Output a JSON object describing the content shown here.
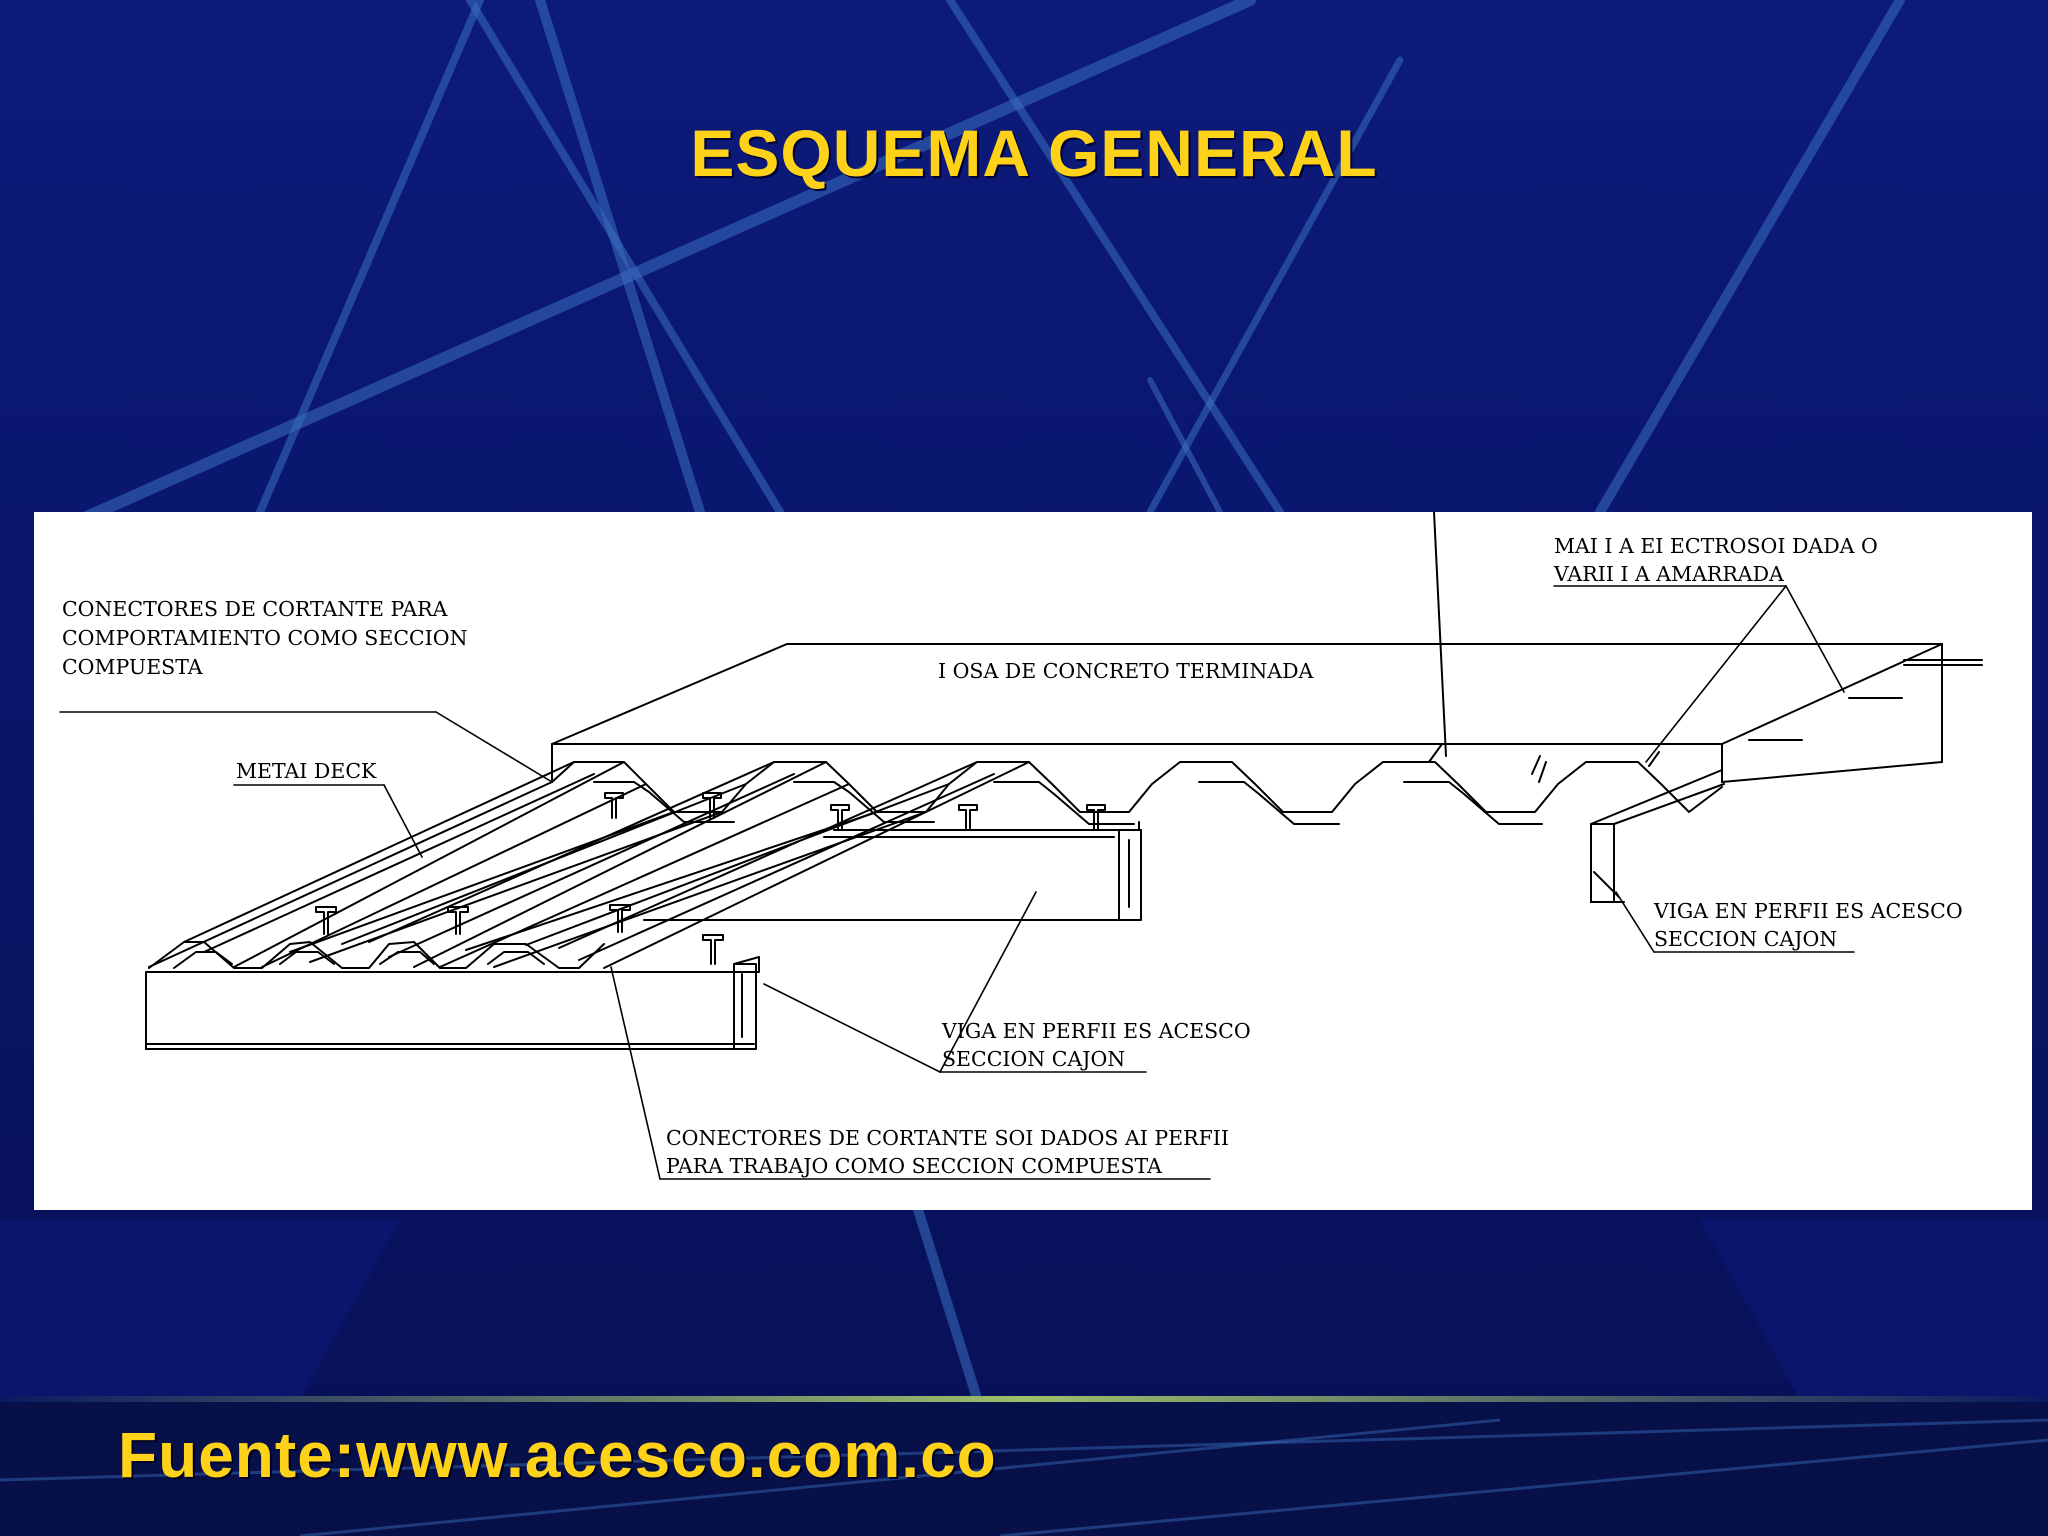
{
  "slide": {
    "title": "ESQUEMA GENERAL",
    "source": "Fuente:www.acesco.com.co"
  },
  "diagram": {
    "labels": {
      "connectors_composite_1": "CONECTORES DE CORTANTE PARA",
      "connectors_composite_2": "COMPORTAMIENTO COMO SECCION",
      "connectors_composite_3": "COMPUESTA",
      "metal_deck": "METAI DECK",
      "slab": "I OSA DE CONCRETO TERMINADA",
      "mesh_1": "MAI I A EI ECTROSOI DADA O",
      "mesh_2": "VARII I A AMARRADA",
      "beam_right_1": "VIGA EN PERFII ES ACESCO",
      "beam_right_2": "SECCION CAJON",
      "beam_center_1": "VIGA EN PERFII ES ACESCO",
      "beam_center_2": "SECCION CAJON",
      "connectors_welded_1": "CONECTORES DE CORTANTE SOI DADOS AI PERFII",
      "connectors_welded_2": "PARA TRABAJO COMO SECCION COMPUESTA"
    }
  },
  "colors": {
    "background": "#0a1670",
    "title": "#ffd21a",
    "panel": "#ffffff"
  }
}
